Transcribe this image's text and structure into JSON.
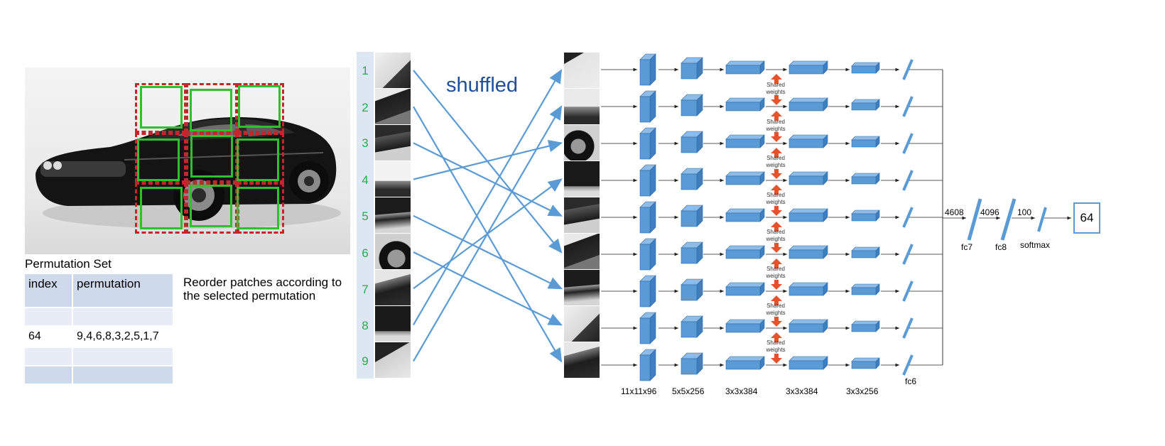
{
  "permutation_set": {
    "title": "Permutation Set",
    "headers": [
      "index",
      "permutation"
    ],
    "rows": [
      [
        "",
        ""
      ],
      [
        "64",
        "9,4,6,8,3,2,5,1,7"
      ],
      [
        "",
        ""
      ],
      [
        "",
        ""
      ]
    ]
  },
  "reorder_text": "Reorder patches according to the selected permutation",
  "patch_numbers": [
    "1",
    "2",
    "3",
    "4",
    "5",
    "6",
    "7",
    "8",
    "9"
  ],
  "shuffled_label": "shuffled",
  "layers": {
    "conv1": "11x11x96",
    "conv2": "5x5x256",
    "conv3": "3x3x384",
    "conv4": "3x3x384",
    "conv5": "3x3x256",
    "fc6": "fc6",
    "fc7": "fc7",
    "fc8": "fc8",
    "softmax": "softmax"
  },
  "shared_weights_label": "Shared weights",
  "dims": {
    "fc6_out": "4608",
    "fc7_out": "4096",
    "fc8_out": "100"
  },
  "output_value": "64",
  "colors": {
    "block": "#5b9bd5",
    "block_dark": "#2e6aa8",
    "arrow": "#5b9bd5",
    "shared_arrow": "#e8512b",
    "number_green": "#2fa84f",
    "shuffled_text": "#1f4e9c",
    "dashed_red": "#c1272d",
    "green_box": "#2fbf2f",
    "table_header": "#cfd9ec",
    "table_row": "#e7ecf6"
  }
}
